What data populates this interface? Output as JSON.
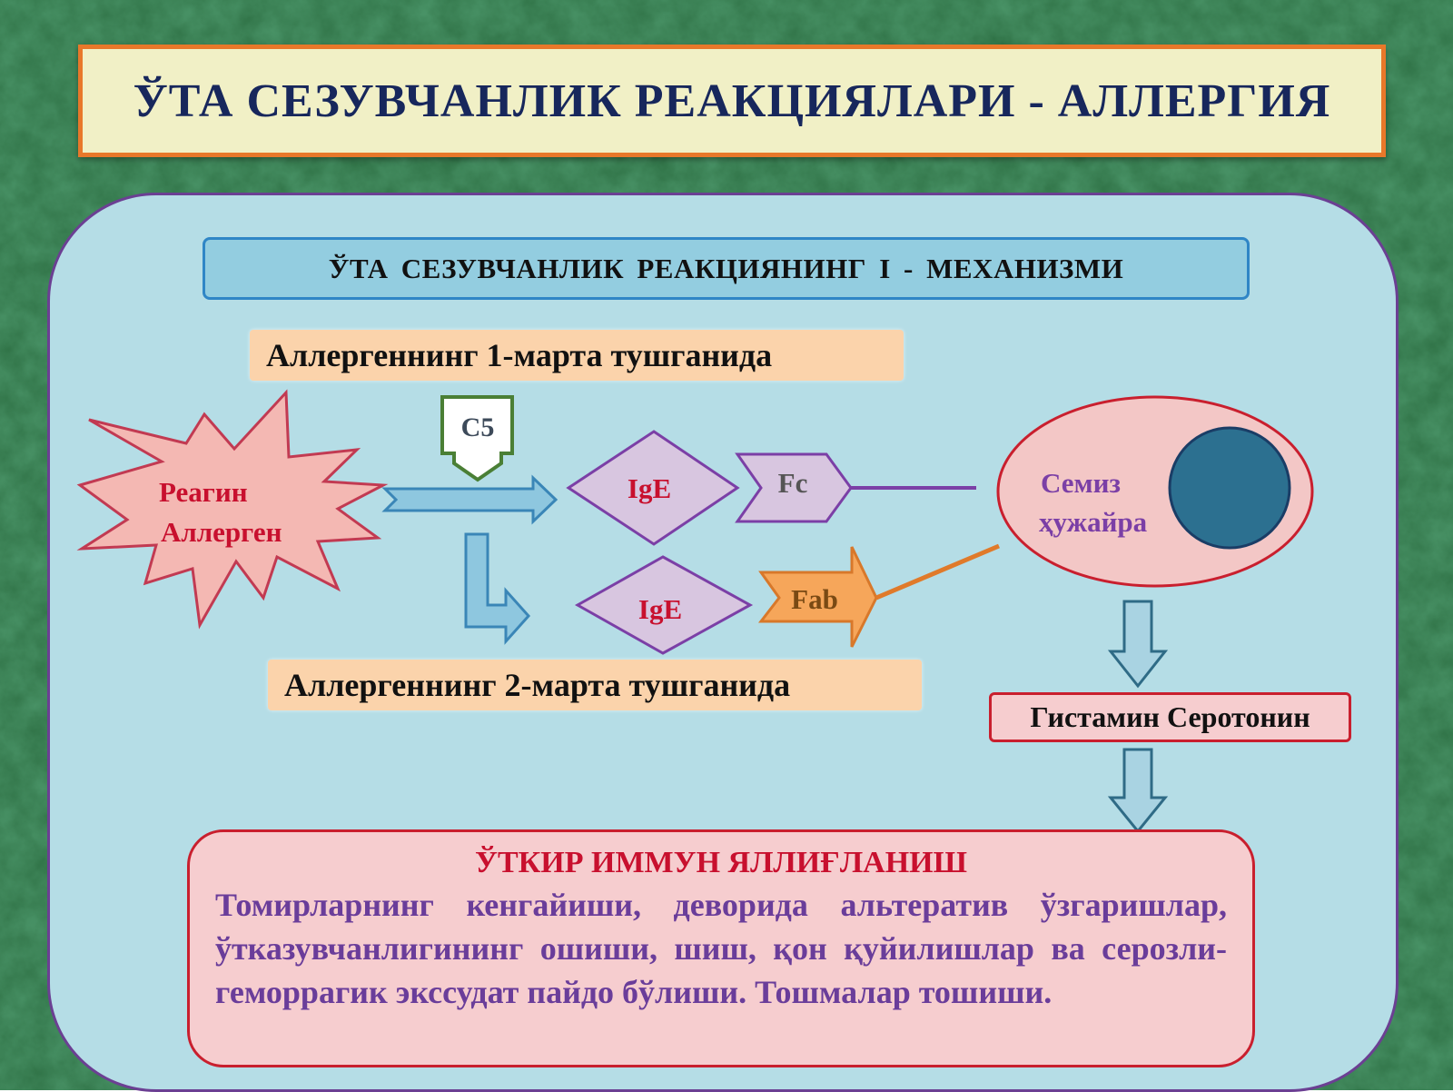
{
  "title": "ЎТА СЕЗУВЧАНЛИК РЕАКЦИЯЛАРИ - АЛЛЕРГИЯ",
  "subtitle": "ЎТА  СЕЗУВЧАНЛИК  РЕАКЦИЯНИНГ  I - МЕХАНИЗМИ",
  "first_exposure": "Аллергеннинг 1-марта тушганида",
  "second_exposure": "Аллергеннинг 2-марта тушганида",
  "nodes": {
    "allergen_line1": "Реагин",
    "allergen_line2": "Аллерген",
    "c5": "C5",
    "ige_top": "IgE",
    "ige_bottom": "IgE",
    "fc": "Fc",
    "fab": "Fab",
    "mast_line1": "Семиз",
    "mast_line2": "ҳужайра"
  },
  "mediators": "Гистамин Серотонин",
  "outcome": {
    "heading": "ЎТКИР ИММУН ЯЛЛИҒЛАНИШ",
    "text": "Томирларнинг кенгайиши, деворида альтератив ўзгаришлар, ўтказувчанлигининг ошиши, шиш, қон қуйилишлар ва серозли-геморрагик экссудат пайдо бўлиши. Тошмалар тошиши."
  },
  "colors": {
    "title_border": "#e8782a",
    "title_text": "#17275c",
    "panel_bg": "#b5dde6",
    "panel_border": "#6b3f93",
    "node_red_text": "#c8102e",
    "node_purple_text": "#7b3fa6"
  }
}
